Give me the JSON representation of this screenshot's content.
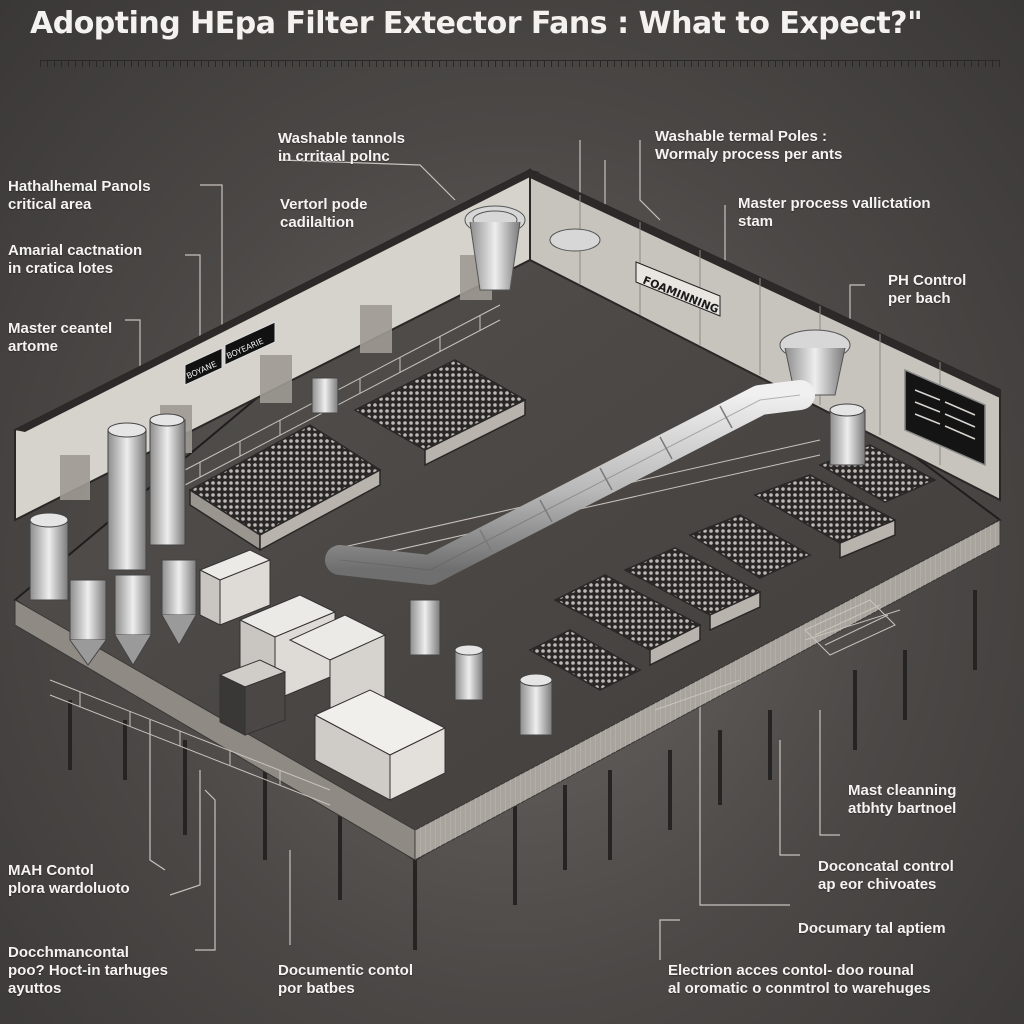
{
  "title": "Adopting HEpa Filter  Extector Fans  :  What    to Expect?\"",
  "labels": {
    "top_center": "Washable tannols\nin crritaal polnc",
    "vertical_node": "Vertorl pode\ncadilaltion",
    "top_right": "Washable termal Poles :\nWormaly process per ants",
    "left_panels": "Hathalhemal Panols\ncritical area",
    "left_activation": "Amarial cactnation\nin cratica lotes",
    "left_master": "Master ceantel\nartome",
    "right_master": "Master process vallictation\nstam",
    "right_ph": "PH Control\nper bach",
    "right_cleaning": "Mast cleanning\natbhty bartnoel",
    "right_docu": "Doconcatal control\nap eor chivoates",
    "right_docsys": "Documary tal aptiem",
    "left_mah": "MAH Contol\nplora wardoluoto",
    "left_doc": "Docchmancontal\npoo? Hoct-in tarhuges\nayuttos",
    "bottom_center": "Documentic contol\npor batbes",
    "bottom_right": "Electrion acces contol-  doo rounal\nal oromatic o conmtrol to warehuges",
    "wall_sign_1": "FOAMINNING",
    "wall_sign_2": "BOYANE",
    "wall_sign_3": "BOYEARIE"
  },
  "colors": {
    "background": "#4b4846",
    "text": "#f6f4f1",
    "leader_line": "#c8c2bc",
    "metal": "#c9c9c9"
  }
}
